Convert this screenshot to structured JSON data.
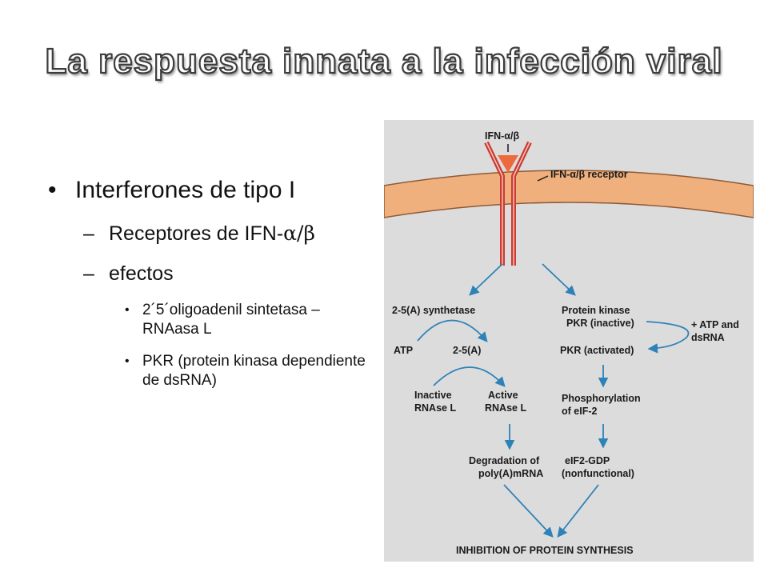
{
  "slide": {
    "title": "La respuesta innata a la infección viral",
    "bullets": {
      "level1": "Interferones de tipo I",
      "receptores_prefix": "Receptores de IFN-",
      "receptores_greek": "α/β",
      "efectos": "efectos",
      "sub1": "2´5´oligoadenil sintetasa – RNAasa L",
      "sub2": "PKR (protein kinasa dependiente de dsRNA)"
    }
  },
  "diagram": {
    "ifn_label": "IFN-α/β",
    "receptor_label": "IFN-α/β receptor",
    "synthetase": "2-5(A) synthetase",
    "atp": "ATP",
    "two_five_a": "2-5(A)",
    "inactive_rnase_line1": "Inactive",
    "inactive_rnase_line2": "RNAse L",
    "active_rnase_line1": "Active",
    "active_rnase_line2": "RNAse L",
    "degradation_line1": "Degradation of",
    "degradation_line2": "poly(A)mRNA",
    "pk_line1": "Protein kinase",
    "pk_line2": "PKR (inactive)",
    "atp_dsrna_line1": "+ ATP and",
    "atp_dsrna_line2": "dsRNA",
    "pkr_activated": "PKR (activated)",
    "phos_line1": "Phosphorylation",
    "phos_line2": "of eIF-2",
    "eif2_line1": "eIF2-GDP",
    "eif2_line2": "(nonfunctional)",
    "inhibition": "INHIBITION OF PROTEIN SYNTHESIS"
  },
  "colors": {
    "membrane": "#efb07d",
    "membrane_edge": "#8e5a36",
    "receptor": "#cc3a30",
    "ligand": "#ee6a3c",
    "arrow": "#2d82b8",
    "panel": "#dcdcdc"
  }
}
